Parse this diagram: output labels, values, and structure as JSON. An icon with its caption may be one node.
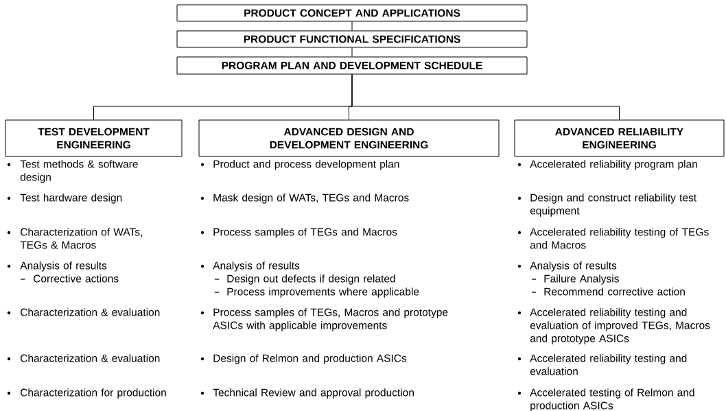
{
  "diagram": {
    "nodes": [
      {
        "text": [
          "PRODUCT CONCEPT AND APPLICATIONS"
        ]
      },
      {
        "text": [
          "PRODUCT FUNCTIONAL SPECIFICATIONS"
        ]
      },
      {
        "text": [
          "PROGRAM PLAN AND DEVELOPMENT SCHEDULE"
        ]
      },
      {
        "text": [
          "TEST DEVELOPMENT ENGINEERING"
        ]
      },
      {
        "text": [
          "ADVANCED DESIGN AND DEVELOPMENT ENGINEERING"
        ]
      },
      {
        "text": [
          "ADVANCED RELIABILITY ENGINEERING"
        ]
      }
    ],
    "edges": [
      {
        "from": 0,
        "to": 1,
        "arrow": "none"
      },
      {
        "from": 1,
        "to": 2,
        "arrow": "none"
      },
      {
        "from": 2,
        "to": 3,
        "arrow": "none"
      },
      {
        "from": 2,
        "to": 4,
        "arrow": "none"
      },
      {
        "from": 2,
        "to": 5,
        "arrow": "none"
      }
    ],
    "labels": [
      "Test methods & software design",
      "Product and process development plan",
      "Accelerated reliability program plan",
      "Test hardware design",
      "Mask design of WATs, TEGs and Macros",
      "Design and construct reliability test equipment",
      "Characterization of WATs, TEGs & Macros",
      "Process samples of TEGs and Macros",
      "Accelerated reliability testing of TEGs and Macros",
      "Analysis of results",
      "Corrective actions",
      "Analysis of results",
      "Design out defects if design related",
      "Process improvements where applicable",
      "Analysis of results",
      "Failure Analysis",
      "Recommend corrective action",
      "Characterization & evaluation",
      "Process samples of TEGs, Macros and prototype ASICs with applicable improvements",
      "Accelerated reliability testing and evaluation of improved TEGs, Macros and prototype ASICs",
      "Characterization & evaluation",
      "Design of Relmon and production ASICs",
      "Accelerated reliability testing and evaluation",
      "Characterization for production",
      "Technical Review and approval production",
      "Accelerated testing of Relmon and production ASICs"
    ]
  }
}
